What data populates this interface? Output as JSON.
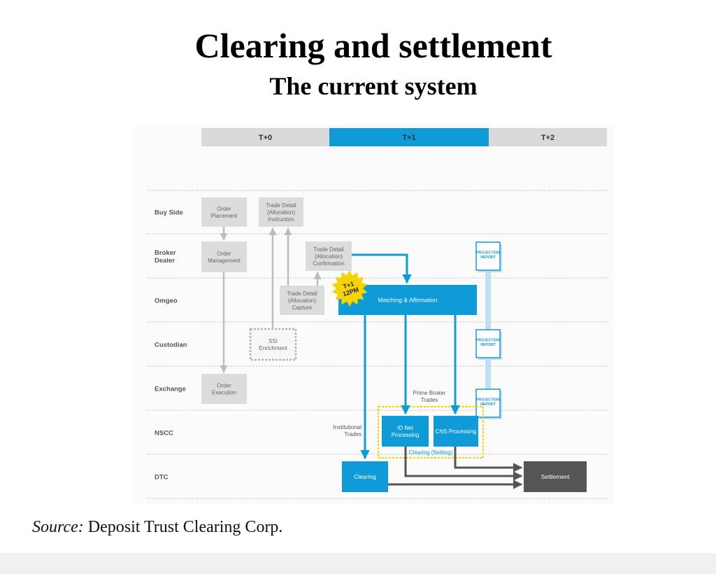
{
  "title": "Clearing and settlement",
  "subtitle": "The current system",
  "source": {
    "label": "Source:",
    "text": "Deposit Trust Clearing Corp."
  },
  "timeline": [
    {
      "label": "T+0",
      "color": "#d9d9d9"
    },
    {
      "label": "T+1",
      "color": "#0f9bd8"
    },
    {
      "label": "T+2",
      "color": "#d9d9d9"
    }
  ],
  "rows": [
    "Buy Side",
    [
      "Broker",
      "Dealer"
    ],
    "Omgeo",
    "Custodian",
    "Exchange",
    "NSCC",
    "DTC"
  ],
  "boxes": {
    "order_placement": [
      "Order",
      "Placement"
    ],
    "trade_detail_instruction": [
      "Trade Detail",
      "(Allocation)",
      "Instruction"
    ],
    "order_management": [
      "Order",
      "Management"
    ],
    "trade_detail_confirmation": [
      "Trade Detail",
      "(Allocation)",
      "Confirmation"
    ],
    "trade_detail_capture": [
      "Trade Detail",
      "(Allocation)",
      "Capture"
    ],
    "ssi_enrichment": [
      "SSI",
      "Enrichment"
    ],
    "order_execution": [
      "Order",
      "Execution"
    ],
    "matching": "Matching & Affirmation",
    "id_net": [
      "ID Net",
      "Processing"
    ],
    "cns": "CNS Processing",
    "clearing": "Clearing",
    "settlement": "Settlement"
  },
  "labels": {
    "badge": [
      "T+1",
      "12PM"
    ],
    "prime_broker": [
      "Prime Broker",
      "Trades"
    ],
    "institutional": [
      "Institutional",
      "Trades"
    ],
    "netting": "Clearing (Netting)"
  },
  "projection_report": [
    "PROJECTION",
    "REPORT"
  ],
  "colors": {
    "gray_box": "#dcdcdc",
    "gray_text": "#666666",
    "blue": "#0f9bd8",
    "dark_box": "#555555",
    "yellow": "#f5d400",
    "light_blue": "#bfe0f2"
  }
}
